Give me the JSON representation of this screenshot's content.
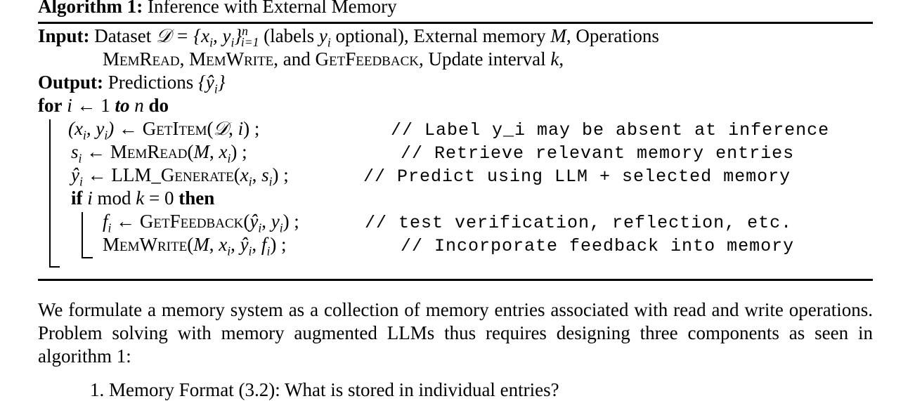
{
  "algorithm": {
    "label": "Algorithm 1:",
    "title": "Inference with External Memory",
    "input_label": "Input:",
    "input_dataset_text": "Dataset",
    "input_labels_text": "(labels",
    "input_optional_text": "optional), External memory",
    "input_operations_text": ", Operations",
    "op_memread": "MemRead",
    "op_memwrite": "MemWrite",
    "op_and": ", and",
    "op_getfeedback": "GetFeedback",
    "update_interval_text": ", Update interval",
    "output_label": "Output:",
    "output_text": "Predictions",
    "for_kw": "for",
    "to_kw": "to",
    "do_kw": "do",
    "line1_fn": "GetItem",
    "line1_comment": "// Label y_i may be absent at inference",
    "line2_fn": "MemRead",
    "line2_comment": "// Retrieve relevant memory entries",
    "line3_fn": "LLM_Generate",
    "line3_comment": "// Predict using LLM + selected memory",
    "if_kw": "if",
    "mod_kw": "mod",
    "then_kw": "then",
    "line4_fn": "GetFeedback",
    "line4_comment": "// test verification, reflection, etc.",
    "line5_fn": "MemWrite",
    "line5_comment": "// Incorporate feedback into memory"
  },
  "body_paragraph": "We formulate a memory system as a collection of memory entries associated with read and write operations. Problem solving with memory augmented LLMs thus requires designing three components as seen in algorithm 1:",
  "list_item_1": "1.  Memory Format (3.2): What is stored in individual entries?"
}
